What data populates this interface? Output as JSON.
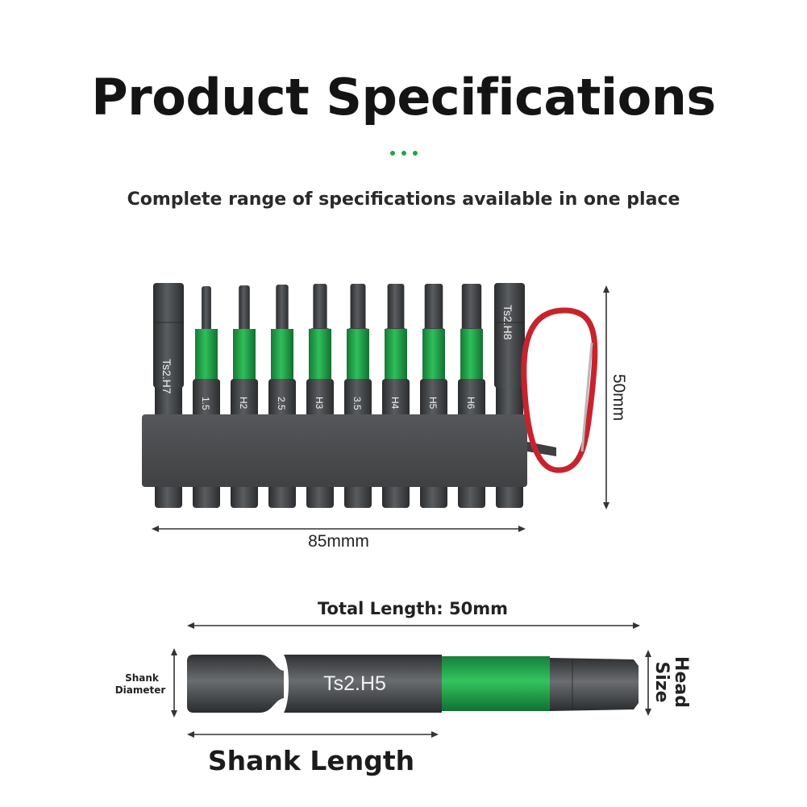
{
  "header": {
    "title": "Product Specifications",
    "subtitle": "Complete range of specifications available in one place",
    "dot_count": 3
  },
  "bit_set": {
    "bit_labels": [
      "Ts2.H7",
      "1.5",
      "H2",
      "2.5",
      "H3",
      "3.5",
      "H4",
      "H5",
      "H6",
      "Ts2.H8"
    ],
    "width_dimension": "85mmm",
    "height_dimension": "50mm"
  },
  "single_bit": {
    "total_length_label": "Total Length: 50mm",
    "bit_label": "Ts2.H5",
    "shank_diameter_line1": "Shank",
    "shank_diameter_line2": "Diameter",
    "head_size_line1": "Head",
    "head_size_line2": "Size",
    "shank_length_label": "Shank Length"
  },
  "colors": {
    "accent_green": "#1fa64a",
    "bit_dark": "#3d3f42",
    "holder": "#4a4c4e",
    "carabiner": "#c8232c",
    "dimension_line": "#333333"
  }
}
